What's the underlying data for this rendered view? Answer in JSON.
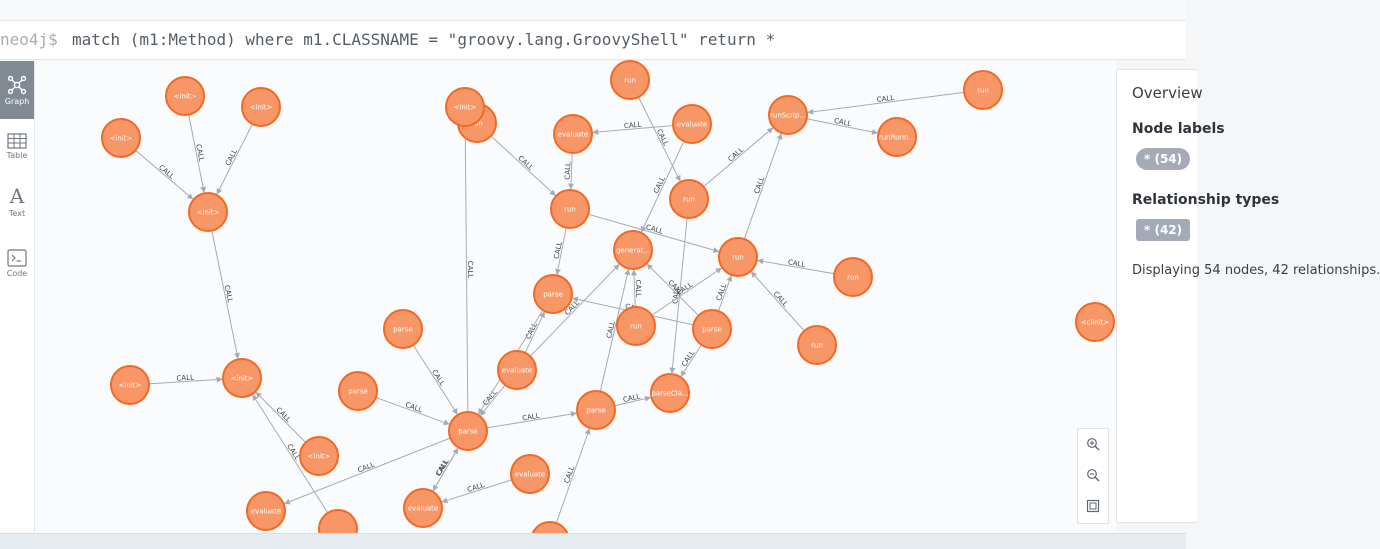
{
  "query": {
    "prompt": "neo4j$",
    "text": "match (m1:Method) where m1.CLASSNAME = \"groovy.lang.GroovyShell\" return *"
  },
  "sidebar": {
    "items": [
      {
        "label": "Graph",
        "icon": "graph-icon",
        "active": true
      },
      {
        "label": "Table",
        "icon": "table-icon",
        "active": false
      },
      {
        "label": "Text",
        "icon": "text-icon",
        "glyph": "A",
        "active": false
      },
      {
        "label": "Code",
        "icon": "code-icon",
        "active": false
      }
    ]
  },
  "overview": {
    "title": "Overview",
    "node_labels_heading": "Node labels",
    "node_badge": "* (54)",
    "relationships_heading": "Relationship types",
    "rel_badge": "* (42)",
    "displaying": "Displaying 54 nodes, 42 relationships."
  },
  "zoom": {
    "in": "zoom-in-icon",
    "out": "zoom-out-icon",
    "fit": "fit-icon"
  },
  "colors": {
    "node_fill": "#f79767",
    "node_stroke": "#f36924",
    "edge": "#a5abb6",
    "badge": "#a5abb6"
  },
  "graph": {
    "nodes": [
      {
        "id": "n1",
        "label": "<init>"
      },
      {
        "id": "n2",
        "label": "<init>"
      },
      {
        "id": "n3",
        "label": "<init>"
      },
      {
        "id": "n4",
        "label": "<init>"
      },
      {
        "id": "n5",
        "label": "<init>"
      },
      {
        "id": "n6",
        "label": "<init>"
      },
      {
        "id": "n7",
        "label": "<init>"
      },
      {
        "id": "n8",
        "label": "evaluate"
      },
      {
        "id": "n9",
        "label": ""
      },
      {
        "id": "n10",
        "label": "parse"
      },
      {
        "id": "n11",
        "label": "parse"
      },
      {
        "id": "n12",
        "label": "parse"
      },
      {
        "id": "n13",
        "label": "evaluate"
      },
      {
        "id": "n14",
        "label": "evaluate"
      },
      {
        "id": "n15",
        "label": "evaluate"
      },
      {
        "id": "n16",
        "label": "parse"
      },
      {
        "id": "n17",
        "label": ""
      },
      {
        "id": "n18",
        "label": "run"
      },
      {
        "id": "n19",
        "label": "evaluate"
      },
      {
        "id": "n20",
        "label": "run"
      },
      {
        "id": "n21",
        "label": "parse"
      },
      {
        "id": "n22",
        "label": "run"
      },
      {
        "id": "n23",
        "label": "evaluate"
      },
      {
        "id": "n24",
        "label": "run"
      },
      {
        "id": "n25",
        "label": "generat..."
      },
      {
        "id": "n26",
        "label": "run"
      },
      {
        "id": "n27",
        "label": "parse"
      },
      {
        "id": "n28",
        "label": "parseCla..."
      },
      {
        "id": "n29",
        "label": "run"
      },
      {
        "id": "n30",
        "label": "runScrip..."
      },
      {
        "id": "n31",
        "label": "runRunn..."
      },
      {
        "id": "n32",
        "label": "run"
      },
      {
        "id": "n33",
        "label": "run"
      },
      {
        "id": "n34",
        "label": "run"
      },
      {
        "id": "n35",
        "label": "<clinit>"
      },
      {
        "id": "n36",
        "label": "<init>"
      }
    ],
    "edges": [
      {
        "from": "n1",
        "to": "n4",
        "label": "CALL"
      },
      {
        "from": "n2",
        "to": "n4",
        "label": "CALL"
      },
      {
        "from": "n3",
        "to": "n4",
        "label": "CALL"
      },
      {
        "from": "n4",
        "to": "n6",
        "label": "CALL"
      },
      {
        "from": "n5",
        "to": "n6",
        "label": "CALL"
      },
      {
        "from": "n7",
        "to": "n6",
        "label": "CALL"
      },
      {
        "from": "n9",
        "to": "n6",
        "label": "CALL"
      },
      {
        "from": "n12",
        "to": "n8",
        "label": "CALL"
      },
      {
        "from": "n14",
        "to": "n12",
        "label": "CALL"
      },
      {
        "from": "n15",
        "to": "n14",
        "label": "CALL"
      },
      {
        "from": "n12",
        "to": "n14",
        "label": "CALL"
      },
      {
        "from": "n10",
        "to": "n12",
        "label": "CALL"
      },
      {
        "from": "n11",
        "to": "n12",
        "label": "CALL"
      },
      {
        "from": "n12",
        "to": "n16",
        "label": "CALL"
      },
      {
        "from": "n16",
        "to": "n28",
        "label": "CALL"
      },
      {
        "from": "n17",
        "to": "n16",
        "label": "CALL"
      },
      {
        "from": "n13",
        "to": "n21",
        "label": "CALL"
      },
      {
        "from": "n13",
        "to": "n25",
        "label": "CALL"
      },
      {
        "from": "n18",
        "to": "n22",
        "label": "CALL"
      },
      {
        "from": "n19",
        "to": "n22",
        "label": "CALL"
      },
      {
        "from": "n22",
        "to": "n21",
        "label": "CALL"
      },
      {
        "from": "n22",
        "to": "n29",
        "label": "CALL"
      },
      {
        "from": "n23",
        "to": "n19",
        "label": "CALL"
      },
      {
        "from": "n23",
        "to": "n25",
        "label": "CALL"
      },
      {
        "from": "n20",
        "to": "n24",
        "label": "CALL"
      },
      {
        "from": "n24",
        "to": "n30",
        "label": "CALL"
      },
      {
        "from": "n24",
        "to": "n28",
        "label": "CALL"
      },
      {
        "from": "n30",
        "to": "n31",
        "label": "CALL"
      },
      {
        "from": "n29",
        "to": "n30",
        "label": "CALL"
      },
      {
        "from": "n32",
        "to": "n29",
        "label": "CALL"
      },
      {
        "from": "n33",
        "to": "n29",
        "label": "CALL"
      },
      {
        "from": "n26",
        "to": "n29",
        "label": "CALL"
      },
      {
        "from": "n27",
        "to": "n29",
        "label": "CALL"
      },
      {
        "from": "n27",
        "to": "n21",
        "label": "CALL"
      },
      {
        "from": "n27",
        "to": "n25",
        "label": "CALL"
      },
      {
        "from": "n27",
        "to": "n28",
        "label": "CALL"
      },
      {
        "from": "n16",
        "to": "n25",
        "label": "CALL"
      },
      {
        "from": "n26",
        "to": "n25",
        "label": "CALL"
      },
      {
        "from": "n13",
        "to": "n12",
        "label": "CALL"
      },
      {
        "from": "n21",
        "to": "n12",
        "label": "CALL"
      },
      {
        "from": "n12",
        "to": "n36",
        "label": "CALL"
      },
      {
        "from": "n34",
        "to": "n30",
        "label": "CALL"
      }
    ]
  }
}
